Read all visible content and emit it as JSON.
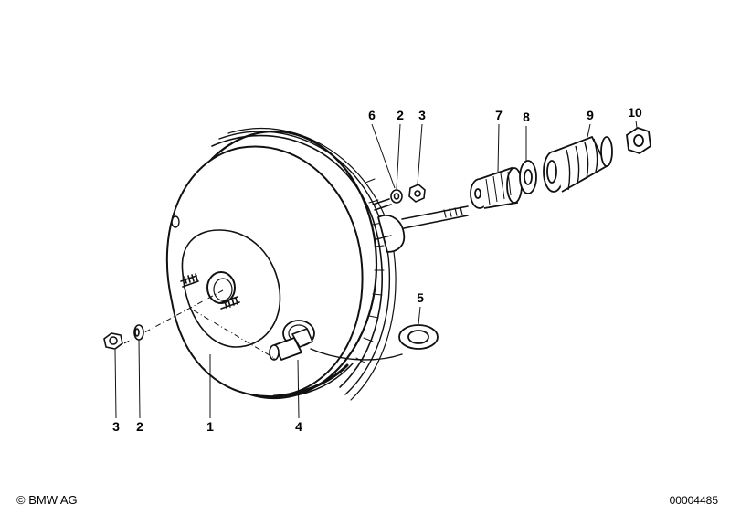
{
  "callouts": {
    "c6": "6",
    "c2_top": "2",
    "c3_top": "3",
    "c7": "7",
    "c8": "8",
    "c9": "9",
    "c10": "10",
    "c5": "5",
    "c3_bottom": "3",
    "c2_bottom": "2",
    "c1": "1",
    "c4": "4"
  },
  "footer": {
    "copyright": "© BMW AG",
    "document_number": "00004485"
  }
}
